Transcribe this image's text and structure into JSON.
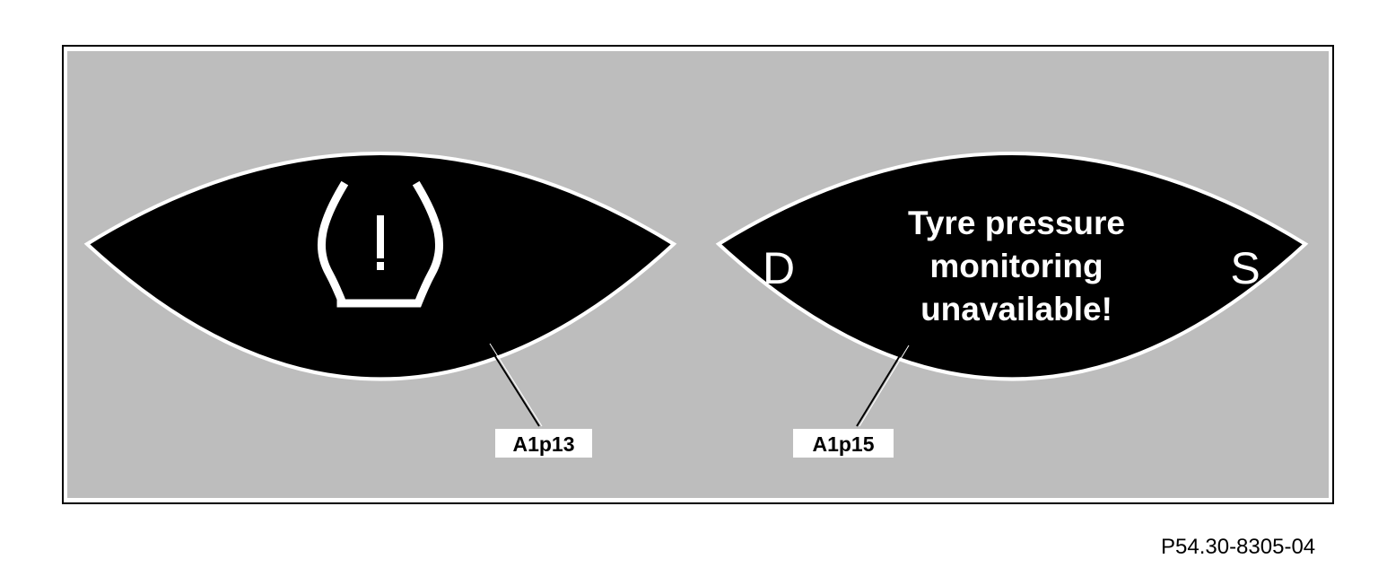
{
  "figure": {
    "id": "P54.30-8305-04"
  },
  "displays": [
    {
      "callout": "A1p13",
      "icon": "tyre-pressure-warning-icon"
    },
    {
      "callout": "A1p15",
      "gear_left": "D",
      "gear_right": "S",
      "message_lines": [
        "Tyre pressure",
        "monitoring",
        "unavailable!"
      ]
    }
  ],
  "colors": {
    "panel_background": "#bdbdbd",
    "display_background": "#000000",
    "display_edge": "#ffffff",
    "border": "#000000"
  }
}
